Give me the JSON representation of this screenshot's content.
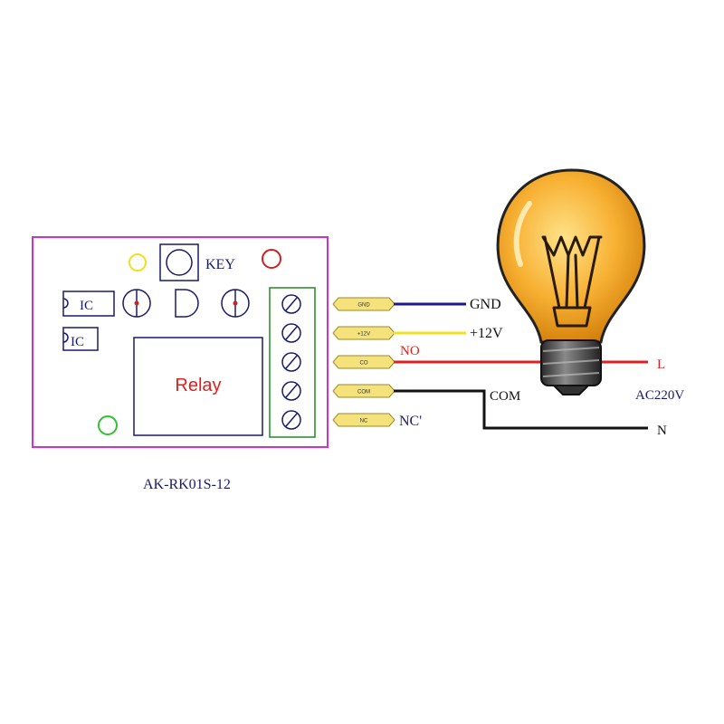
{
  "board": {
    "model_label": "AK-RK01S-12",
    "key_label": "KEY",
    "ic1_label": "IC",
    "ic2_label": "IC",
    "relay_label": "Relay",
    "border_color": "#cc33cc",
    "relay_text_color": "#e02020"
  },
  "pins": [
    {
      "id": "gnd",
      "label": "GND"
    },
    {
      "id": "plus12v",
      "label": "+12V"
    },
    {
      "id": "co",
      "label": "CO"
    },
    {
      "id": "com",
      "label": "COM"
    },
    {
      "id": "nc",
      "label": "NC"
    }
  ],
  "wires": {
    "gnd_label": "GND",
    "v12_label": "+12V",
    "no_label": "NO",
    "com_label": "COM",
    "nc_label": "NC'",
    "l_label": "L",
    "n_label": "N",
    "ac_label": "AC220V",
    "gnd_color": "#1a1a8a",
    "v12_color": "#f5e020",
    "no_color": "#e02020",
    "com_color": "#111111"
  },
  "lamp": {
    "icon": "light-bulb-icon",
    "glass_color": "#f5a623",
    "base_color": "#555555"
  },
  "leds": {
    "top_left_color": "#f0e020",
    "top_right_color": "#d02020",
    "bottom_left_color": "#30c030"
  }
}
